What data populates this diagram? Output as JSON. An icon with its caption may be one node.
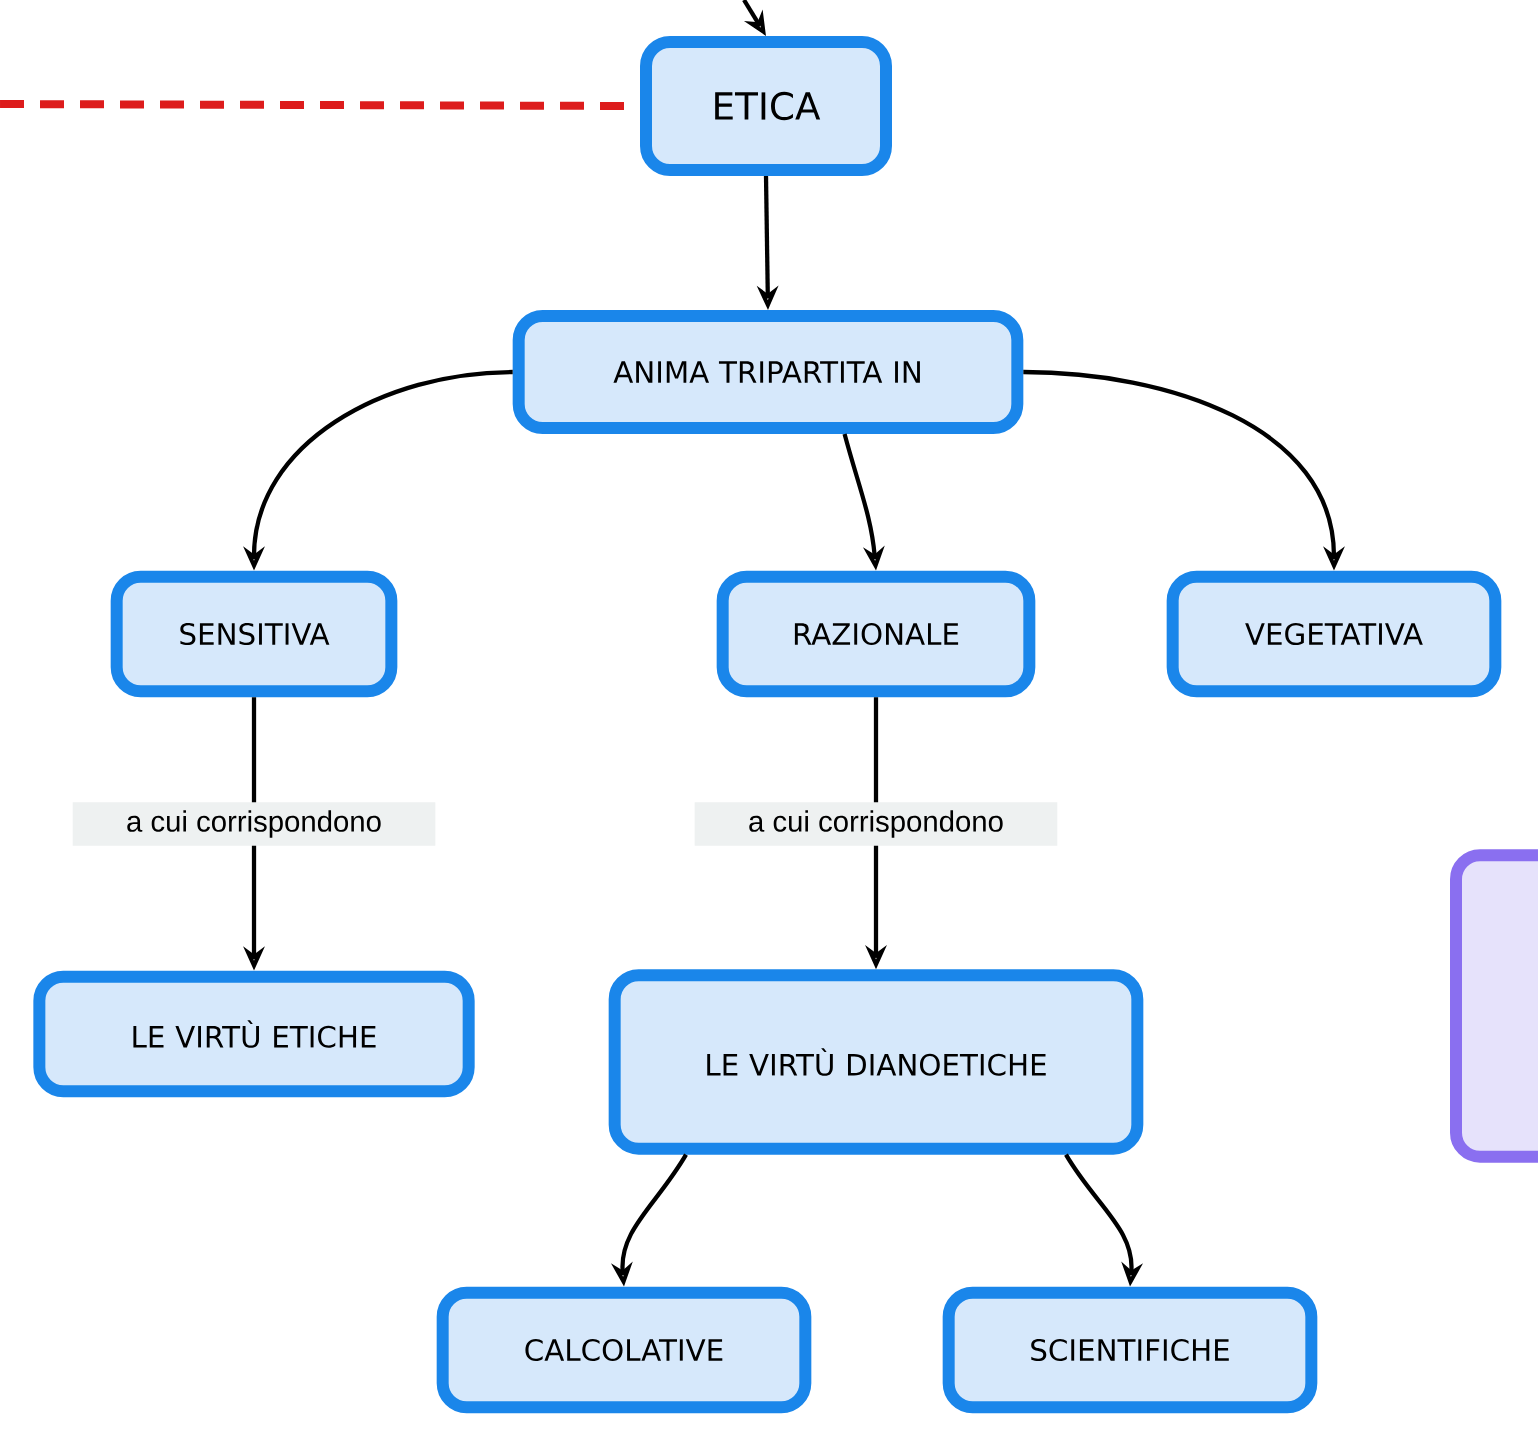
{
  "diagram": {
    "nodes": [
      {
        "text": [
          "ETICA"
        ]
      },
      {
        "text": [
          "ANIMA TRIPARTITA IN"
        ]
      },
      {
        "text": [
          "SENSITIVA"
        ]
      },
      {
        "text": [
          "RAZIONALE"
        ]
      },
      {
        "text": [
          "VEGETATIVA"
        ]
      },
      {
        "text": [
          "LE VIRTÙ ETICHE"
        ]
      },
      {
        "text": [
          "LE VIRTÙ DIANOETICHE"
        ]
      },
      {
        "text": [
          "CALCOLATIVE"
        ]
      },
      {
        "text": [
          "SCIENTIFICHE"
        ]
      },
      {
        "text": [],
        "shape": "box"
      }
    ],
    "edges": [
      {
        "from": null,
        "to": 0,
        "arrow": "to"
      },
      {
        "from": null,
        "to": 0,
        "arrow": "none",
        "style": "dashed",
        "color": "#dd1c1c"
      },
      {
        "from": 0,
        "to": 1,
        "arrow": "to"
      },
      {
        "from": 1,
        "to": 2,
        "arrow": "to"
      },
      {
        "from": 1,
        "to": 3,
        "arrow": "to"
      },
      {
        "from": 1,
        "to": 4,
        "arrow": "to"
      },
      {
        "from": 2,
        "to": 5,
        "arrow": "to",
        "label": "a cui corrispondono"
      },
      {
        "from": 3,
        "to": 6,
        "arrow": "to",
        "label": "a cui corrispondono"
      },
      {
        "from": 6,
        "to": 7,
        "arrow": "to"
      },
      {
        "from": 6,
        "to": 8,
        "arrow": "to"
      }
    ]
  }
}
